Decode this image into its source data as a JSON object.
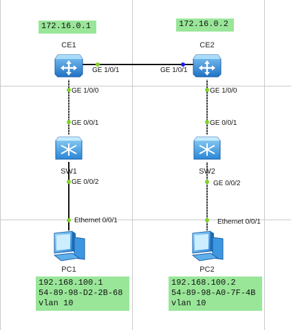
{
  "notes": {
    "ce1_ip": "172.16.0.1",
    "ce2_ip": "172.16.0.2",
    "pc1": [
      "192.168.100.1",
      "54-89-98-D2-2B-68",
      "vlan 10"
    ],
    "pc2": [
      "192.168.100.2",
      "54-89-98-A0-7F-4B",
      "vlan 10"
    ]
  },
  "devices": {
    "ce1": "CE1",
    "ce2": "CE2",
    "sw1": "SW1",
    "sw2": "SW2",
    "pc1": "PC1",
    "pc2": "PC2"
  },
  "ports": {
    "ce1_ce2": "GE 1/0/1",
    "ce2_ce1": "GE 1/0/1",
    "ce1_down": "GE 1/0/0",
    "ce2_down": "GE 1/0/0",
    "sw1_up": "GE 0/0/1",
    "sw2_up": "GE 0/0/1",
    "sw1_down": "GE 0/0/2",
    "sw2_down": "GE 0/0/2",
    "pc1_eth": "Ethernet 0/0/1",
    "pc2_eth": "Ethernet 0/0/1"
  },
  "colors": {
    "note_bg": "#99e699",
    "port_dot_up": "#7ed321",
    "port_dot_active": "#1a1aff",
    "device_blue": "#3a8fd8"
  },
  "icons": {
    "ce": "router-icon",
    "sw": "switch-icon",
    "pc": "pc-icon"
  }
}
